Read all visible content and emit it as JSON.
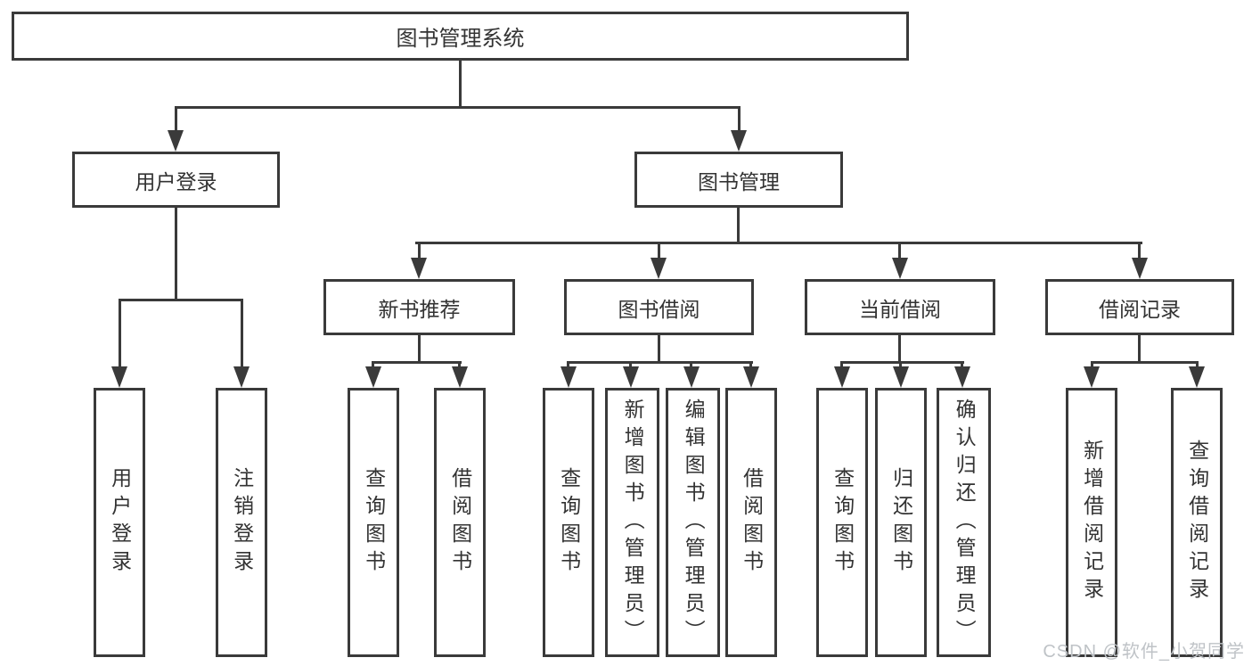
{
  "diagram": {
    "root_label": "图书管理系统",
    "level2": {
      "user_login": "用户登录",
      "book_management": "图书管理"
    },
    "level3": {
      "new_book_recommend": "新书推荐",
      "book_borrow": "图书借阅",
      "current_borrow": "当前借阅",
      "borrow_records": "借阅记录"
    },
    "leaves": {
      "user_login": [
        "用户登录",
        "注销登录"
      ],
      "new_book_recommend": [
        "查询图书",
        "借阅图书"
      ],
      "book_borrow": [
        "查询图书",
        "新增图书（管理员）",
        "编辑图书（管理员）",
        "借阅图书"
      ],
      "current_borrow": [
        "查询图书",
        "归还图书",
        "确认归还（管理员）"
      ],
      "borrow_records": [
        "新增借阅记录",
        "查询借阅记录"
      ]
    },
    "colors": {
      "line": "#3a3a3a",
      "text": "#333333",
      "watermark": "#bfc3c7",
      "background": "#ffffff"
    }
  },
  "watermark": {
    "text": "CSDN @软件_小贺同学"
  }
}
